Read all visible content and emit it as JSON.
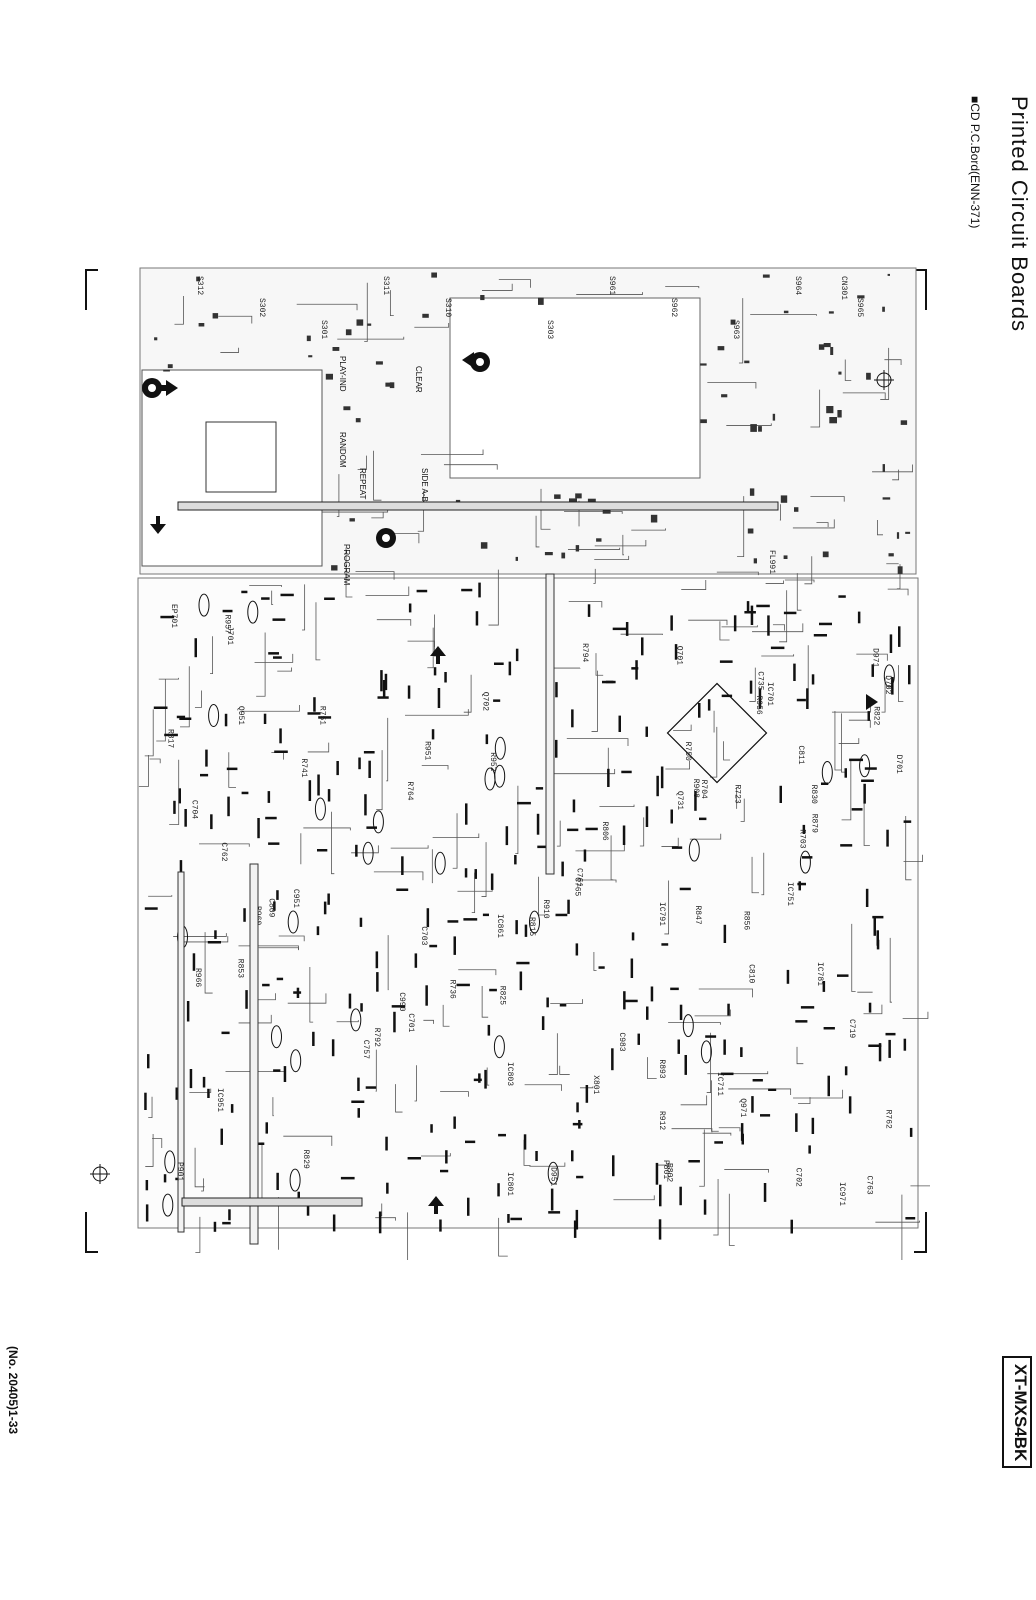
{
  "header": {
    "title": "Printed Circuit Boards",
    "subtitle": "■CD P.C.Bord(ENN-371)"
  },
  "footer": {
    "model": "XT-MXS4BK",
    "page_number": "(No. 20405)1-33"
  },
  "board": {
    "button_labels": [
      "PLAY-IND",
      "CLEAR",
      "RANDOM",
      "REPEAT",
      "SIDE A-B",
      "PROGRAM"
    ],
    "ic_labels": [
      "IC951",
      "IC801",
      "IC861",
      "IC803",
      "IC781",
      "IC701",
      "IC971",
      "IC791",
      "IC751",
      "IC711"
    ],
    "connector_labels": [
      "FL991",
      "P901",
      "P801",
      "CN301",
      "EP701",
      "J701"
    ],
    "switch_labels": [
      "S312",
      "S302",
      "S301",
      "S311",
      "S310",
      "S303",
      "S961",
      "S962",
      "S963",
      "S964",
      "S965"
    ],
    "component_labels": [
      "R703",
      "R704",
      "C701",
      "C702",
      "C703",
      "C704",
      "R802",
      "R806",
      "R815",
      "R817",
      "R830",
      "C809",
      "C810",
      "C811",
      "C983",
      "C951",
      "C990",
      "Q701",
      "Q702",
      "Q731",
      "Q951",
      "Q971",
      "D701",
      "D702",
      "D951",
      "D971",
      "X801",
      "R951",
      "R952",
      "R956",
      "R957",
      "R960",
      "R966",
      "C719",
      "C735",
      "C757",
      "C761",
      "C762",
      "C763",
      "C765",
      "R723",
      "R736",
      "R741",
      "R750",
      "R751",
      "R762",
      "R764",
      "R792",
      "R794",
      "R822",
      "R825",
      "R829",
      "R847",
      "R853",
      "R856",
      "R879",
      "R893",
      "R908",
      "R910",
      "R912"
    ]
  }
}
